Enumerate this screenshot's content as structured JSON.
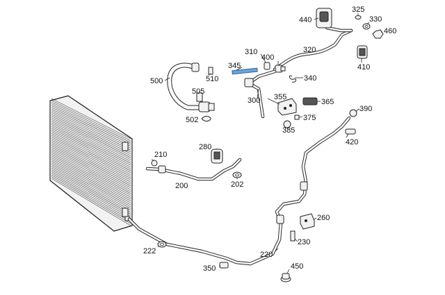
{
  "diagram": {
    "callouts": [
      {
        "id": "440",
        "text": "440"
      },
      {
        "id": "325",
        "text": "325"
      },
      {
        "id": "330",
        "text": "330"
      },
      {
        "id": "460",
        "text": "460"
      },
      {
        "id": "320",
        "text": "320"
      },
      {
        "id": "410",
        "text": "410"
      },
      {
        "id": "310",
        "text": "310"
      },
      {
        "id": "400",
        "text": "400"
      },
      {
        "id": "345",
        "text": "345"
      },
      {
        "id": "340",
        "text": "340"
      },
      {
        "id": "500",
        "text": "500"
      },
      {
        "id": "510",
        "text": "510"
      },
      {
        "id": "505",
        "text": "505"
      },
      {
        "id": "502",
        "text": "502"
      },
      {
        "id": "300",
        "text": "300"
      },
      {
        "id": "355",
        "text": "355"
      },
      {
        "id": "365",
        "text": "365"
      },
      {
        "id": "375",
        "text": "375"
      },
      {
        "id": "385",
        "text": "385"
      },
      {
        "id": "390",
        "text": "390"
      },
      {
        "id": "420",
        "text": "420"
      },
      {
        "id": "280",
        "text": "280"
      },
      {
        "id": "210",
        "text": "210"
      },
      {
        "id": "200",
        "text": "200"
      },
      {
        "id": "202",
        "text": "202"
      },
      {
        "id": "260",
        "text": "260"
      },
      {
        "id": "230",
        "text": "230"
      },
      {
        "id": "222",
        "text": "222"
      },
      {
        "id": "220",
        "text": "220"
      },
      {
        "id": "350",
        "text": "350"
      },
      {
        "id": "450",
        "text": "450"
      }
    ]
  }
}
